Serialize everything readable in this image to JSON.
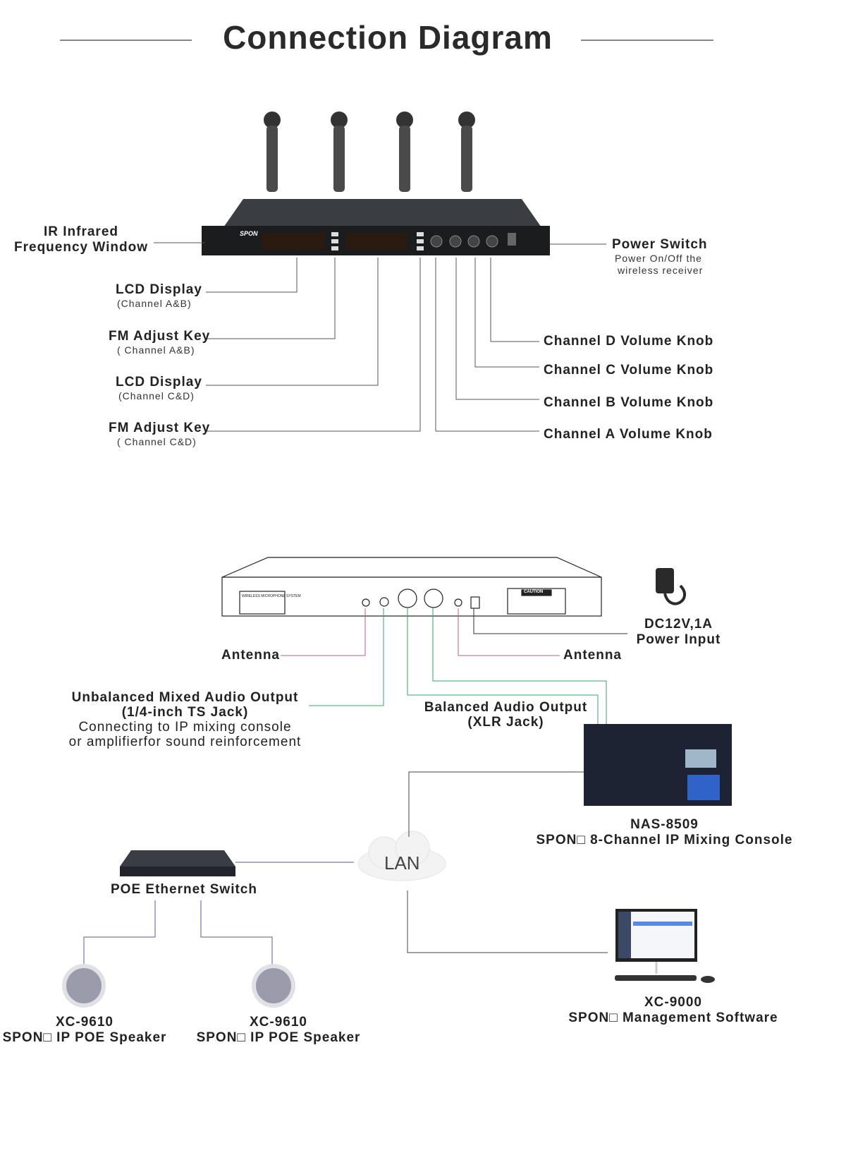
{
  "title": "Connection Diagram",
  "front": {
    "brand": "SPON",
    "ir_label": [
      "IR Infrared",
      "Frequency Window"
    ],
    "lcd_ab": {
      "title": "LCD Display",
      "sub": "(Channel A&B)"
    },
    "fm_ab": {
      "title": "FM Adjust Key",
      "sub": "( Channel A&B)"
    },
    "lcd_cd": {
      "title": "LCD Display",
      "sub": "(Channel C&D)"
    },
    "fm_cd": {
      "title": "FM Adjust Key",
      "sub": "( Channel C&D)"
    },
    "power": {
      "title": "Power Switch",
      "sub1": "Power On/Off the",
      "sub2": "wireless receiver"
    },
    "knob_d": "Channel D Volume Knob",
    "knob_c": "Channel C Volume Knob",
    "knob_b": "Channel B Volume Knob",
    "knob_a": "Channel A Volume Knob"
  },
  "rear": {
    "antenna_left": "Antenna",
    "antenna_right": "Antenna",
    "dc": [
      "DC12V,1A",
      "Power Input"
    ],
    "unbalanced": [
      "Unbalanced Mixed Audio Output",
      "(1/4-inch TS Jack)",
      "Connecting to IP mixing console",
      "or amplifierfor sound reinforcement"
    ],
    "balanced": [
      "Balanced Audio Output",
      "(XLR Jack)"
    ],
    "panel_label": "WIRELESS MICROPHONE SYSTEM",
    "caution": "CAUTION"
  },
  "network": {
    "lan": "LAN",
    "mixer": [
      "NAS-8509",
      "SPON□ 8-Channel IP Mixing Console"
    ],
    "switch": "POE Ethernet Switch",
    "speaker1": [
      "XC-9610",
      "SPON□ IP POE Speaker"
    ],
    "speaker2": [
      "XC-9610",
      "SPON□ IP POE Speaker"
    ],
    "software": [
      "XC-9000",
      "SPON□ Management Software"
    ]
  },
  "colors": {
    "antenna_line": "#c0607a",
    "audio_line": "#3aa66a",
    "lan_line": "#5a5aa0"
  }
}
